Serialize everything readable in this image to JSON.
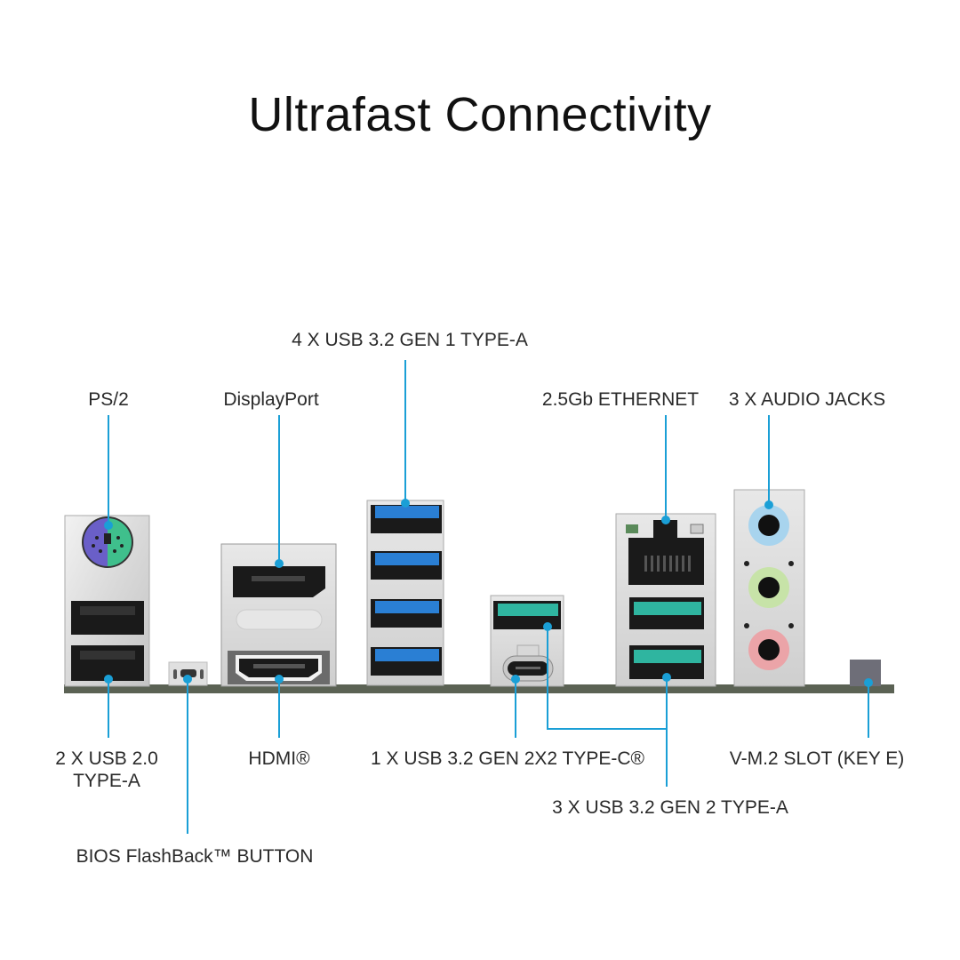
{
  "title": "Ultrafast Connectivity",
  "accent_color": "#1a9fd6",
  "labels": {
    "ps2": "PS/2",
    "displayport": "DisplayPort",
    "usb_gen1": "4 X USB 3.2 GEN 1 TYPE-A",
    "ethernet": "2.5Gb ETHERNET",
    "audio": "3 X AUDIO JACKS",
    "usb2_line1": "2 X USB 2.0",
    "usb2_line2": "TYPE-A",
    "hdmi": "HDMI®",
    "usb_c": "1 X USB 3.2 GEN 2X2 TYPE-C®",
    "m2": "V-M.2 SLOT (KEY E)",
    "usb_gen2": "3 X USB 3.2 GEN 2 TYPE-A",
    "bios": "BIOS FlashBack™ BUTTON"
  },
  "port_colors": {
    "usb_gen1": "#2a7fd4",
    "usb_gen2": "#2fb5a0",
    "ps2_mouse": "#3fbf8c",
    "ps2_keyboard": "#6a5fc8",
    "audio_line_in": "#a8d4ee",
    "audio_line_out": "#c7e3a8",
    "audio_mic": "#eba4a8"
  }
}
